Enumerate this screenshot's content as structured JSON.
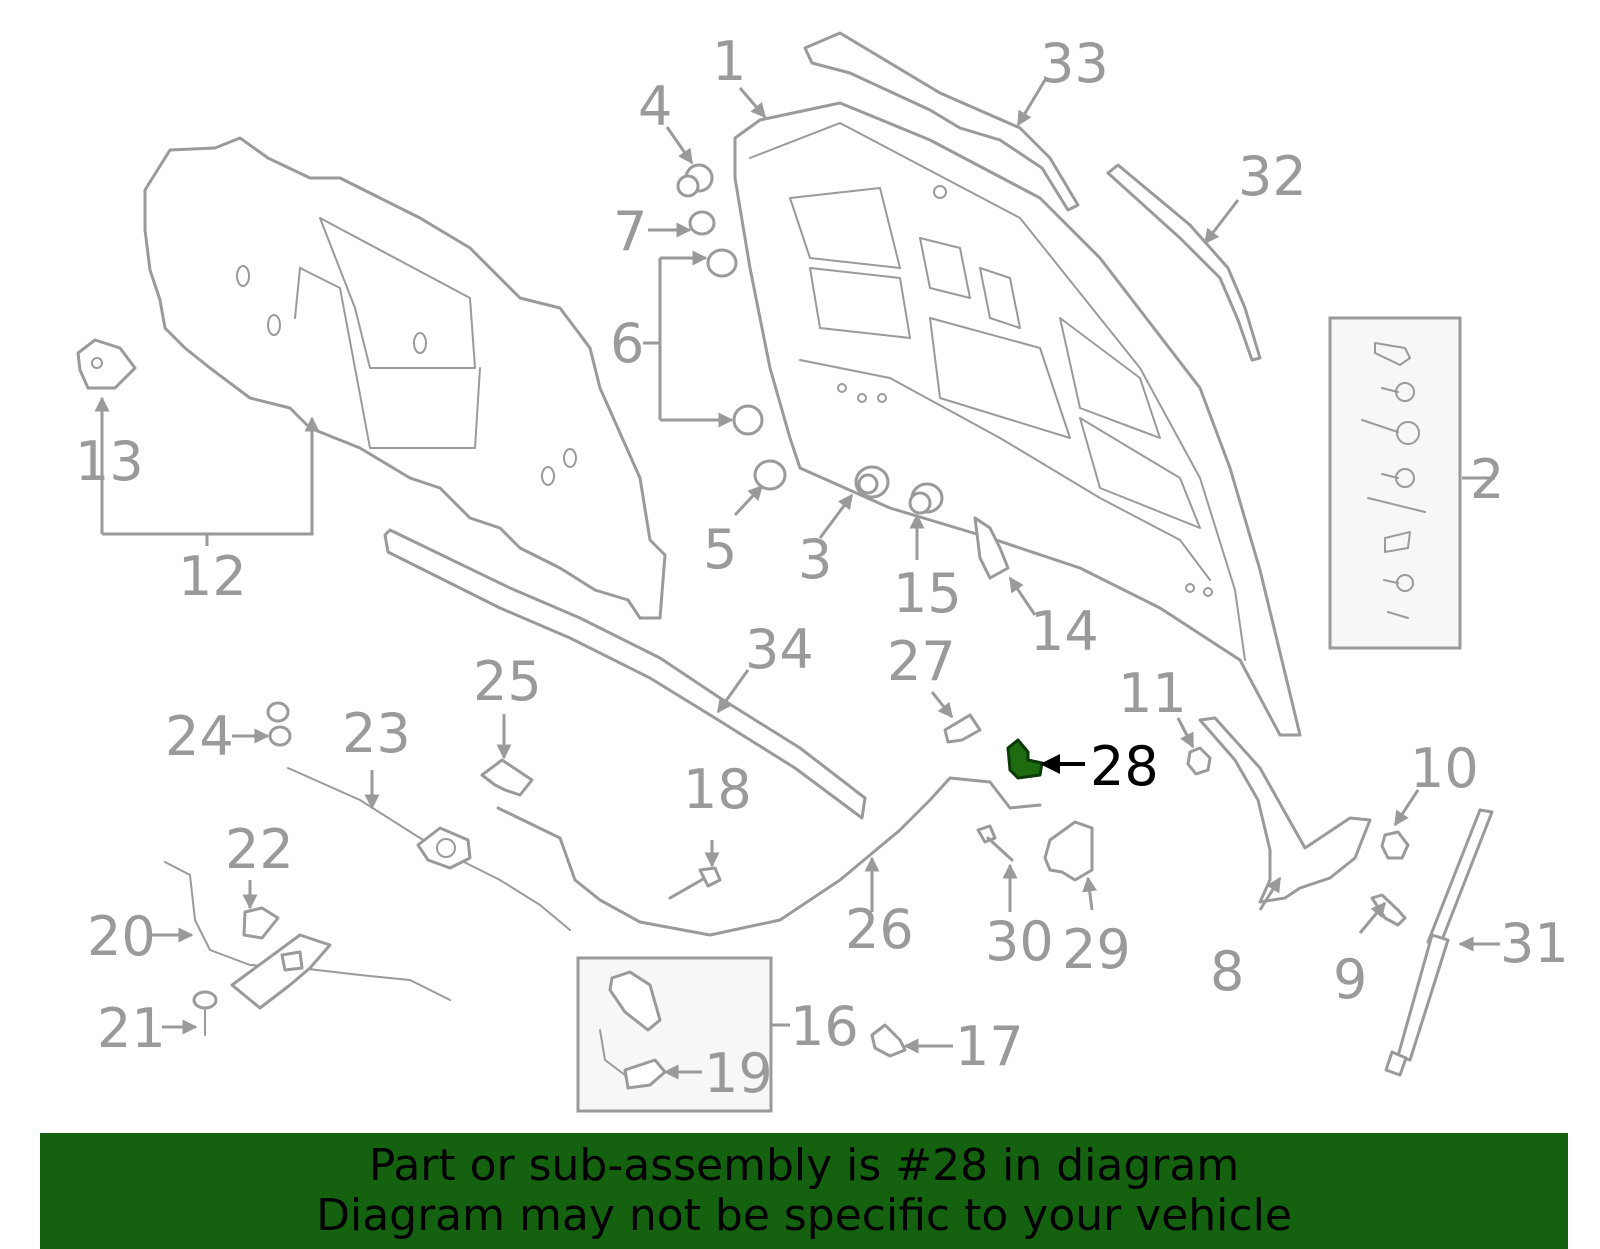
{
  "diagram": {
    "highlight_color": "#1e6b10",
    "highlighted_part": "28",
    "callouts": [
      "1",
      "2",
      "3",
      "4",
      "5",
      "6",
      "7",
      "8",
      "9",
      "10",
      "11",
      "12",
      "13",
      "14",
      "15",
      "16",
      "17",
      "18",
      "19",
      "20",
      "21",
      "22",
      "23",
      "24",
      "25",
      "26",
      "27",
      "28",
      "29",
      "30",
      "31",
      "32",
      "33",
      "34"
    ]
  },
  "banner": {
    "line1": "Part or sub-assembly is #28 in diagram",
    "line2": "Diagram may not be specific to your vehicle",
    "background": "#14620f"
  }
}
